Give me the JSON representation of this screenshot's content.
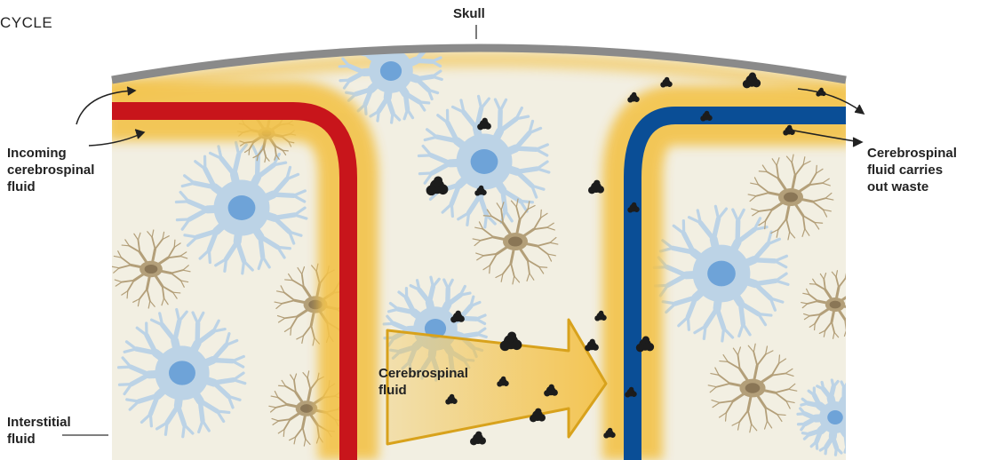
{
  "title": "CYCLE",
  "labels": {
    "skull": "Skull",
    "incoming": [
      "Incoming",
      "cerebrospinal",
      "fluid"
    ],
    "carries": [
      "Cerebrospinal",
      "fluid carries",
      "out waste"
    ],
    "csf": [
      "Cerebrospinal",
      "fluid"
    ],
    "interstitial": [
      "Interstitial",
      "fluid"
    ]
  },
  "colors": {
    "skull": "#8a8a8a",
    "tissue": "#f2efe2",
    "csf_channel": "#f3c24a",
    "artery": "#c8151b",
    "vein": "#0a4e96",
    "glia": "#bcd3e6",
    "nucleus": "#6ea3d8",
    "neuron": "#b39f79",
    "neuron_nucleus": "#8a7656",
    "waste": "#1c1c1c"
  }
}
